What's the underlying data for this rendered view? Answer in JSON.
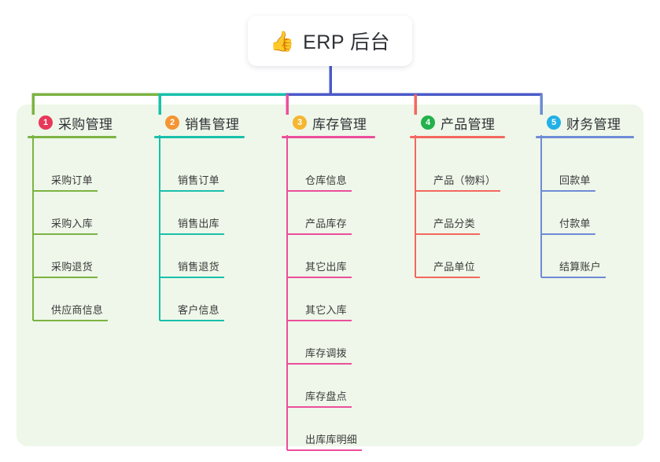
{
  "root": {
    "emoji": "👍",
    "emoji_name": "thumbs-up-icon",
    "title": "ERP 后台"
  },
  "palette": {
    "panel_background": "#eef7e9",
    "page_background": "#ffffff",
    "card_background": "#ffffff",
    "text": "#2f3136",
    "trunk": "#4a5ac8"
  },
  "columns": [
    {
      "index": "1",
      "title": "采购管理",
      "badge_color": "#e8385a",
      "line_color": "#7cb342",
      "leaves": [
        "采购订单",
        "采购入库",
        "采购退货",
        "供应商信息"
      ]
    },
    {
      "index": "2",
      "title": "销售管理",
      "badge_color": "#f59433",
      "line_color": "#19c0ac",
      "leaves": [
        "销售订单",
        "销售出库",
        "销售退货",
        "客户信息"
      ]
    },
    {
      "index": "3",
      "title": "库存管理",
      "badge_color": "#f5b731",
      "line_color": "#ec4e9c",
      "leaves": [
        "仓库信息",
        "产品库存",
        "其它出库",
        "其它入库",
        "库存调拨",
        "库存盘点",
        "出库库明细"
      ]
    },
    {
      "index": "4",
      "title": "产品管理",
      "badge_color": "#22b24c",
      "line_color": "#f4675e",
      "leaves": [
        "产品（物料）",
        "产品分类",
        "产品单位"
      ]
    },
    {
      "index": "5",
      "title": "财务管理",
      "badge_color": "#21b1e6",
      "line_color": "#6f8ad6",
      "leaves": [
        "回款单",
        "付款单",
        "结算账户"
      ]
    }
  ]
}
